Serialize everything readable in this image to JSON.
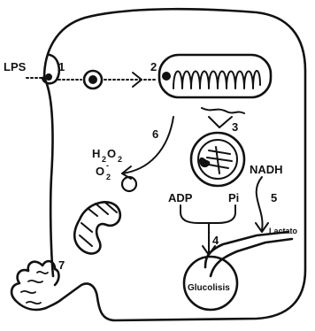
{
  "diagram": {
    "labels": {
      "lps": "LPS",
      "h2o2_h": "H",
      "h2o2_2a": "2",
      "h2o2_o": "O",
      "h2o2_2b": "2",
      "o2_o": "O",
      "o2_sub": "2",
      "o2_sup": "-",
      "adp": "ADP",
      "pi": "Pi",
      "nadh": "NADH",
      "lactato": "Lactato",
      "glucolisis": "Glucolisis"
    },
    "steps": [
      "1",
      "2",
      "3",
      "4",
      "5",
      "6",
      "7"
    ]
  }
}
